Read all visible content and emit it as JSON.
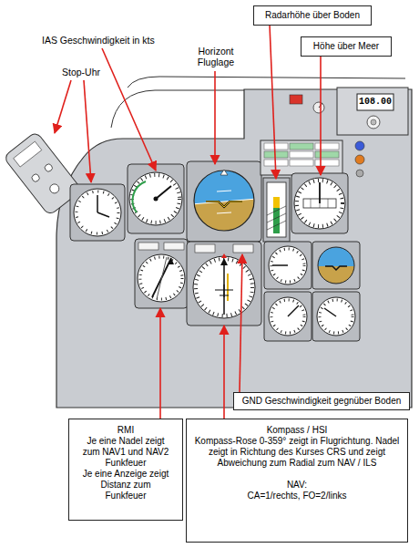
{
  "diagram": {
    "nodes": [
      {
        "text": [
          "Radarhöhe über Boden"
        ]
      },
      {
        "text": [
          "Höhe über Meer"
        ]
      },
      {
        "text": [
          "GND Geschwindigkeit gegnüber Boden"
        ]
      },
      {
        "text": [
          "RMI",
          "Je eine Nadel zeigt zum NAV1 und NAV2 Funkfeuer",
          "Je eine Anzeige zeigt Distanz zum Funkfeuer"
        ]
      },
      {
        "text": [
          "Kompass / HSI",
          "Kompass-Rose 0-359° zeigt in Flugrichtung. Nadel zeigt in Richtung des Kurses CRS und zeigt Abweichung zum Radial zum NAV / ILS",
          "NAV:",
          "CA=1/rechts, FO=2/links"
        ]
      }
    ],
    "labels": [
      "Stop-Uhr",
      "IAS Geschwindigkeit in kts",
      "Horizont Fluglage",
      "108.00"
    ]
  }
}
